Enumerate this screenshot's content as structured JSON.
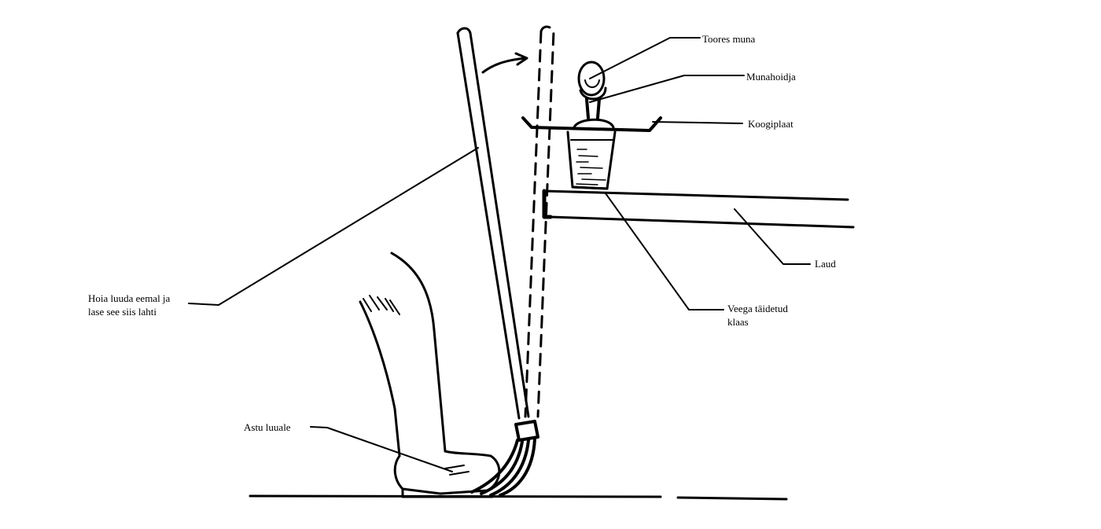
{
  "labels": {
    "raw_egg": "Toores muna",
    "egg_holder": "Munahoidja",
    "baking_tray": "Koogiplaat",
    "table": "Laud",
    "water_glass_line1": "Veega täidetud",
    "water_glass_line2": "klaas",
    "broom_instruction_line1": "Hoia luuda eemal ja",
    "broom_instruction_line2": "lase see siis lahti",
    "step_on_broom": "Astu luuale"
  },
  "colors": {
    "ink": "#000000",
    "background": "#ffffff"
  }
}
